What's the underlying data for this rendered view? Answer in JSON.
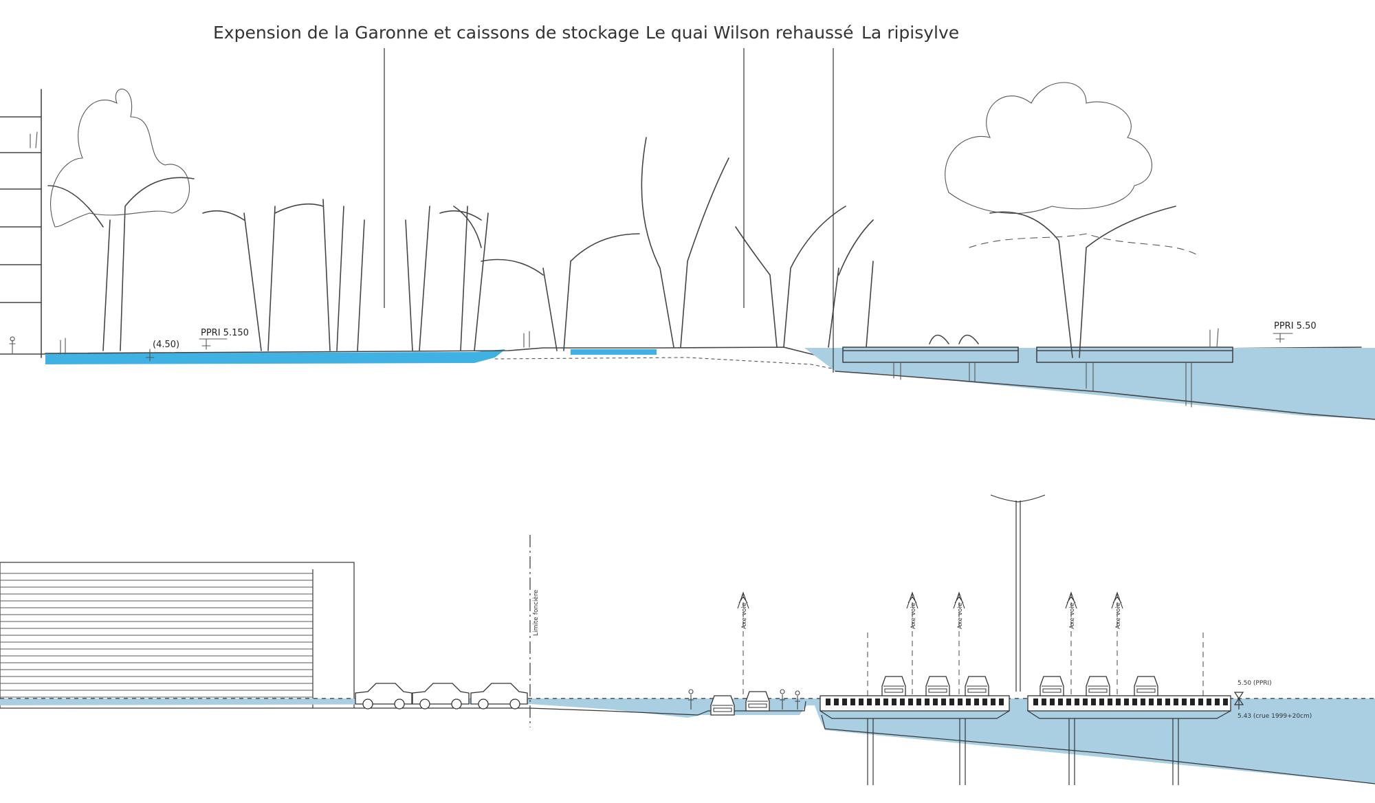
{
  "annotations": {
    "expansion": "Expension de la Garonne et caissons de stockage",
    "quai": "Le quai Wilson rehaussé",
    "ripisylve": "La ripisylve"
  },
  "top_section": {
    "ppri_left": "PPRI 5.150",
    "level_left": "(4.50)",
    "ppri_right": "PPRI 5.50"
  },
  "bottom_section": {
    "limite": "Limite foncière",
    "axis_label": "Axe voie",
    "level_ppri": "5.50 (PPRI)",
    "level_crue": "5.43 (crue 1999+20cm)"
  },
  "colors": {
    "water_bright": "#3fb2e3",
    "water_pale": "#aacfe3",
    "ink": "#333333"
  }
}
